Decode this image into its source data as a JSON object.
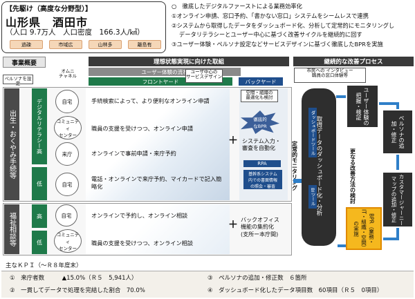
{
  "header": {
    "category": "【先駆け（高度な分野型）】",
    "city": "山形県　酒田市",
    "population": "（人口 9.7万人　人口密度　166.3人/㎢）",
    "tags": [
      "過疎",
      "市域広",
      "山林多",
      "離島有"
    ]
  },
  "bullets": [
    "○　徹底したデジタルファーストによる業務効率化",
    "①オンライン申請、窓口予約、「書かない窓口」システムをシームレスで連携",
    "②システムから取得したデータをダッシュボード化、分析して定常的にモニタリングし",
    "　 データリテラシーとユーザー中心に基づく改善サイクルを継続的に回す",
    "③ユーザー体験・ペルソナ設定などサービスデザインに基づく徹底したBPRを実施"
  ],
  "tabs": {
    "overview": "事業概要",
    "ideal": "理想状態実現に向けた取組",
    "continuous": "継続的な改善プロセス",
    "user_flow": "ユーザー体験の流れ",
    "frontyard": "フロントヤード",
    "backyard": "バックヤード"
  },
  "labels": {
    "persona": "ペルソナを設定",
    "omni": "オムニ\nチャネル",
    "user_centric": "ユーザ中心の\nサービスデザイン",
    "clerk_interview": "市民への インタビュー\n職員の窓口体験等",
    "space_note": "空間・組織の\n最適化も検討",
    "thorough_bpr": "徹底的\nなBPR",
    "rpa": "RPA",
    "core_sys": "基幹系システム\n内での書面情報\nの照会・審査",
    "monitoring": "定常的モニタリング",
    "more_improve": "更なる改善方法の検討",
    "plus": "＋"
  },
  "groups": [
    {
      "name": "出生・おくやみ手続等",
      "literacy_high": "デジタルリテラシー高",
      "literacy_low": "低",
      "rows": [
        {
          "channel": "自宅",
          "text": "手続検索によって、より便利なオンライン申請"
        },
        {
          "channel": "コミュニティ\nセンター",
          "text": "職員の支援を受けつつ、オンライン申請"
        },
        {
          "channel": "来庁",
          "text": "オンラインで事前申請・来庁予約"
        },
        {
          "channel": "自宅",
          "text": "電話・オンラインで来庁予約、マイカードで記入簡略化"
        }
      ],
      "backyard": "システム入力・\n審査を自動化"
    },
    {
      "name": "福祉相談等",
      "literacy_high": "高",
      "literacy_low": "低",
      "rows": [
        {
          "channel": "自宅",
          "text": "オンラインで予約し、オンライン相談"
        },
        {
          "channel": "コミュニティ\nセンター",
          "text": "職員の支援を受けつつ、オンライン相談"
        }
      ],
      "backyard": "バックオフィス\n機能の集約化\n(支所ー本庁間)"
    }
  ],
  "process": {
    "dashboard": "取得データのダッシュボード化・分析",
    "bi": "BIツール",
    "dashboard_tool": "ダッシュボードツール",
    "ux_check": "ユーザー体験の把握・検証",
    "persona_fix": "ペルソナの追加・修正",
    "journey_fix": "カスタマージャーニーマップの追加・修正",
    "bpr": "BPR（業務・IT・組織・空間）の実施"
  },
  "kpi": {
    "title": "主なＫＰＩ（～Ｒ８年度末）",
    "items": [
      "①　来庁者数　　　▲15.0%（Ｒ５　5,941人）",
      "③　ペルソナの追加・修正数　６箇所",
      "②　一貫してデータで処理を完結した割合　70.0%",
      "④　ダッシュボード化したデータ項目数　60項目（Ｒ５　0項目）"
    ]
  }
}
